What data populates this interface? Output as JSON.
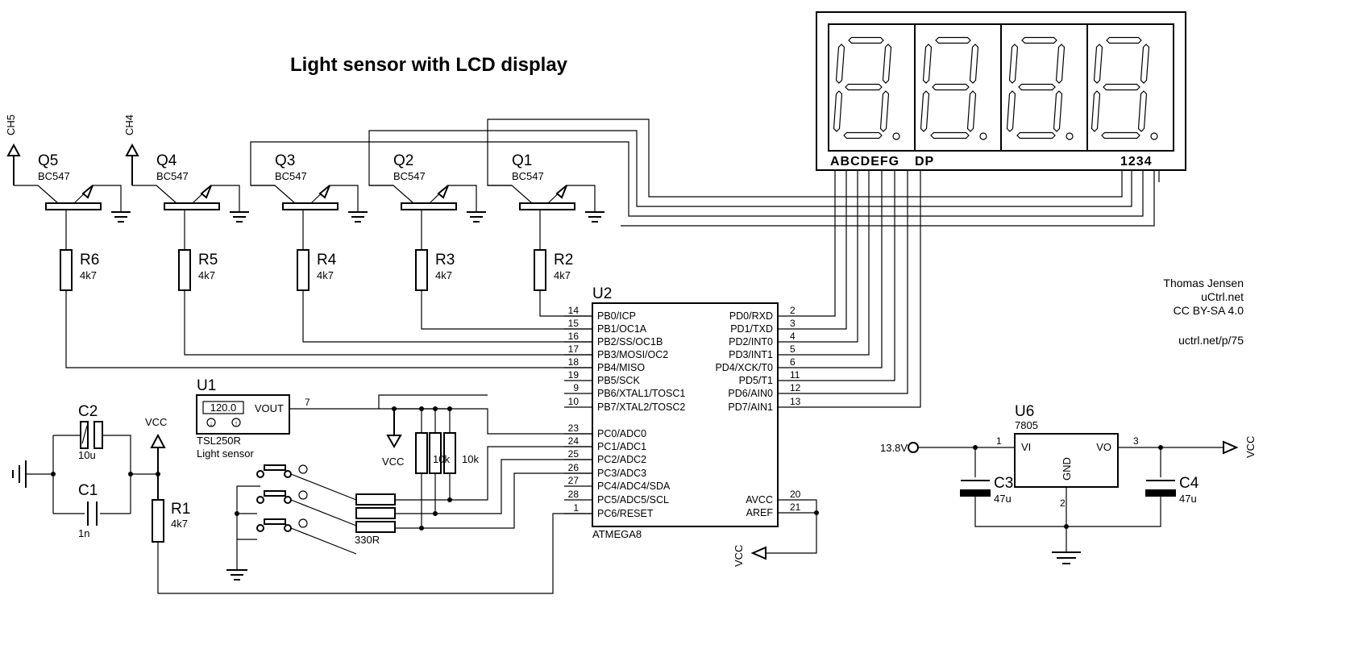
{
  "title": "Light sensor with LCD display",
  "credits": [
    "Thomas Jensen",
    "uCtrl.net",
    "CC BY-SA 4.0",
    "",
    "uctrl.net/p/75"
  ],
  "display": {
    "segment_label": "ABCDEFG",
    "dp_label": "DP",
    "digits_label": "1234"
  },
  "transistors": [
    {
      "ref": "Q5",
      "type": "BC547",
      "channel": "CH5"
    },
    {
      "ref": "Q4",
      "type": "BC547",
      "channel": "CH4"
    },
    {
      "ref": "Q3",
      "type": "BC547",
      "channel": ""
    },
    {
      "ref": "Q2",
      "type": "BC547",
      "channel": ""
    },
    {
      "ref": "Q1",
      "type": "BC547",
      "channel": ""
    }
  ],
  "resistors": [
    {
      "ref": "R6",
      "value": "4k7"
    },
    {
      "ref": "R5",
      "value": "4k7"
    },
    {
      "ref": "R4",
      "value": "4k7"
    },
    {
      "ref": "R3",
      "value": "4k7"
    },
    {
      "ref": "R2",
      "value": "4k7"
    }
  ],
  "mcu": {
    "ref": "U2",
    "part": "ATMEGA8",
    "left_pins": [
      {
        "num": "14",
        "name": "PB0/ICP"
      },
      {
        "num": "15",
        "name": "PB1/OC1A"
      },
      {
        "num": "16",
        "name": "PB2/SS/OC1B"
      },
      {
        "num": "17",
        "name": "PB3/MOSI/OC2"
      },
      {
        "num": "18",
        "name": "PB4/MISO"
      },
      {
        "num": "19",
        "name": "PB5/SCK"
      },
      {
        "num": "9",
        "name": "PB6/XTAL1/TOSC1"
      },
      {
        "num": "10",
        "name": "PB7/XTAL2/TOSC2"
      },
      {
        "num": "23",
        "name": "PC0/ADC0"
      },
      {
        "num": "24",
        "name": "PC1/ADC1"
      },
      {
        "num": "25",
        "name": "PC2/ADC2"
      },
      {
        "num": "26",
        "name": "PC3/ADC3"
      },
      {
        "num": "27",
        "name": "PC4/ADC4/SDA"
      },
      {
        "num": "28",
        "name": "PC5/ADC5/SCL"
      },
      {
        "num": "1",
        "name": "PC6/RESET"
      }
    ],
    "right_pins": [
      {
        "num": "2",
        "name": "PD0/RXD"
      },
      {
        "num": "3",
        "name": "PD1/TXD"
      },
      {
        "num": "4",
        "name": "PD2/INT0"
      },
      {
        "num": "5",
        "name": "PD3/INT1"
      },
      {
        "num": "6",
        "name": "PD4/XCK/T0"
      },
      {
        "num": "11",
        "name": "PD5/T1"
      },
      {
        "num": "12",
        "name": "PD6/AIN0"
      },
      {
        "num": "13",
        "name": "PD7/AIN1"
      }
    ],
    "power_pins": [
      {
        "num": "20",
        "name": "AVCC"
      },
      {
        "num": "21",
        "name": "AREF"
      }
    ]
  },
  "sensor": {
    "ref": "U1",
    "part": "TSL250R",
    "desc": "Light sensor",
    "reading": "120.0",
    "pin_label": "VOUT",
    "pin_num": "7"
  },
  "regulator": {
    "ref": "U6",
    "part": "7805",
    "in_label": "VI",
    "out_label": "VO",
    "gnd_label": "GND",
    "pin_in": "1",
    "pin_gnd": "2",
    "pin_out": "3",
    "input_voltage": "13.8V"
  },
  "capacitors": [
    {
      "ref": "C2",
      "value": "10u"
    },
    {
      "ref": "C1",
      "value": "1n"
    },
    {
      "ref": "C3",
      "value": "47u"
    },
    {
      "ref": "C4",
      "value": "47u"
    }
  ],
  "r1": {
    "ref": "R1",
    "value": "4k7"
  },
  "pullups": {
    "value1": "10k",
    "value2": "10k"
  },
  "button_resistor": "330R",
  "vcc_label": "VCC"
}
